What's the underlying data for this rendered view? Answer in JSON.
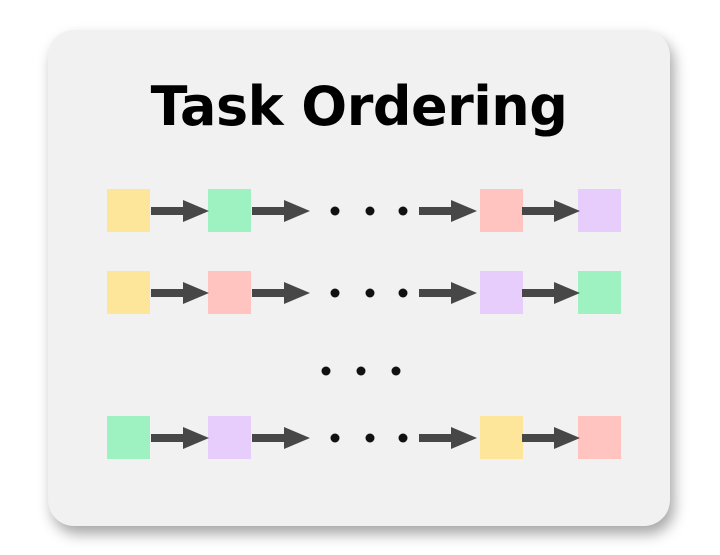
{
  "title": "Task Ordering",
  "colors": {
    "yellow": "#fde59a",
    "green": "#9ef2c2",
    "red": "#ffc4c0",
    "purple": "#e6cdfb",
    "arrow": "#474747",
    "dot": "#111111",
    "card": "#f1f1f1"
  },
  "sequences": [
    [
      "yellow",
      "green",
      "red",
      "purple"
    ],
    [
      "yellow",
      "red",
      "purple",
      "green"
    ],
    [
      "green",
      "purple",
      "yellow",
      "red"
    ]
  ]
}
